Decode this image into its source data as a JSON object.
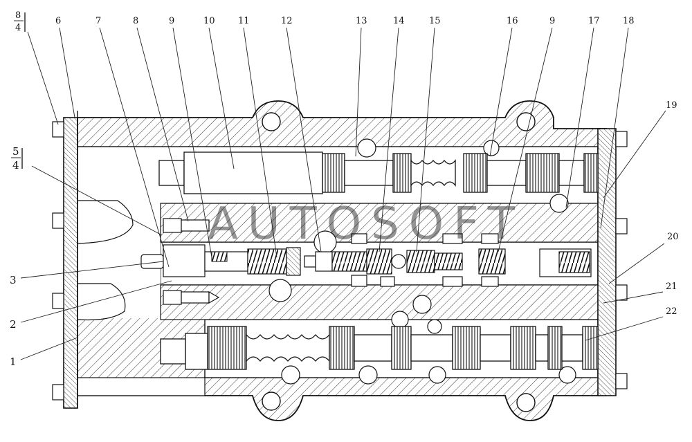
{
  "callouts": {
    "top": [
      {
        "id": "c6",
        "text": "6"
      },
      {
        "id": "c7",
        "text": "7"
      },
      {
        "id": "c8b",
        "text": "8"
      },
      {
        "id": "c9a",
        "text": "9"
      },
      {
        "id": "c10",
        "text": "10"
      },
      {
        "id": "c11",
        "text": "11"
      },
      {
        "id": "c12",
        "text": "12"
      },
      {
        "id": "c13",
        "text": "13"
      },
      {
        "id": "c14",
        "text": "14"
      },
      {
        "id": "c15",
        "text": "15"
      },
      {
        "id": "c16",
        "text": "16"
      },
      {
        "id": "c9b",
        "text": "9"
      },
      {
        "id": "c17",
        "text": "17"
      },
      {
        "id": "c18",
        "text": "18"
      }
    ],
    "top_left_fraction": {
      "num": "8",
      "den": "4"
    },
    "left_fraction": {
      "num": "5",
      "den": "4"
    },
    "left": [
      {
        "id": "c3",
        "text": "3"
      },
      {
        "id": "c2",
        "text": "2"
      },
      {
        "id": "c1",
        "text": "1"
      }
    ],
    "right": [
      {
        "id": "c19",
        "text": "19"
      },
      {
        "id": "c20",
        "text": "20"
      },
      {
        "id": "c21",
        "text": "21"
      },
      {
        "id": "c22",
        "text": "22"
      }
    ]
  },
  "watermark": "AUTOSOFT"
}
